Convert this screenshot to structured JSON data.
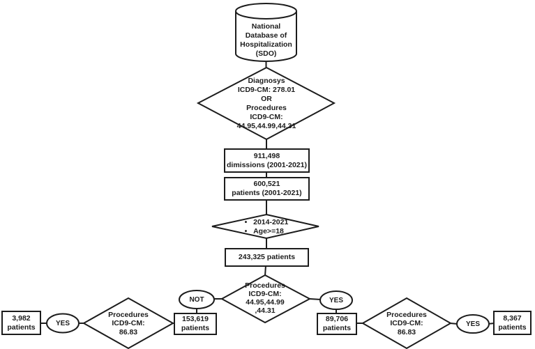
{
  "colors": {
    "stroke": "#1c1c1c",
    "background": "#ffffff"
  },
  "flowchart": {
    "database": "National\nDatabase of\nHospitalization\n(SDO)",
    "screening_criteria": "Diagnosys\nICD9-CM: 278.01\nOR\nProcedures\nICD9-CM:\n44.95,44.99,44.31",
    "dimissions": "911,498\ndimissions (2001-2021)",
    "total_patients": "600,521\npatients (2001-2021)",
    "period_age_filter": "•   2014-2021\n•   Age>=18",
    "filtered_patients": "243,325 patients",
    "procedures_split": "Procedures\nICD9-CM:\n44.95,44.99\n,44.31",
    "not_label": "NOT",
    "yes_label": "YES",
    "not_patients": "153,619\npatients",
    "procedures_8683": "Procedures\nICD9-CM:\n86.83",
    "left_outcome_patients": "3,982\npatients",
    "yes_patients": "89,706\npatients",
    "right_outcome_patients": "8,367\npatients"
  }
}
